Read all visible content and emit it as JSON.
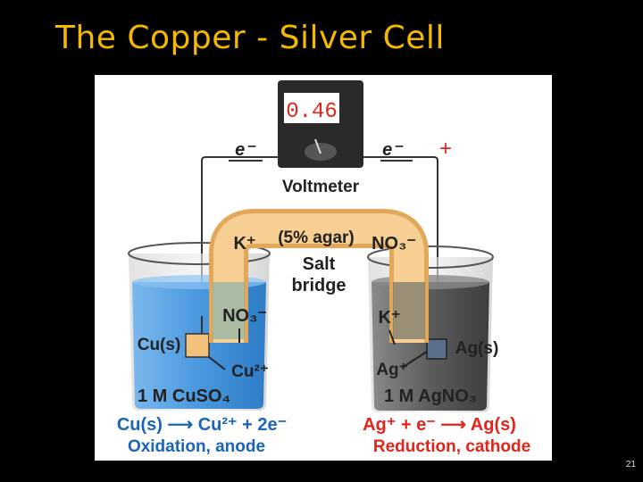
{
  "slide": {
    "title": "The Copper - Silver Cell",
    "number": "21"
  },
  "voltmeter": {
    "reading": "0.46",
    "label": "Voltmeter"
  },
  "electrons": {
    "left": "e⁻",
    "right": "e⁻",
    "plus": "+"
  },
  "salt_bridge": {
    "top_left": "K⁺",
    "top_mid": "(5% agar)",
    "top_right": "NO₃⁻",
    "label_line1": "Salt",
    "label_line2": "bridge",
    "left_ion": "NO₃⁻",
    "right_ion": "K⁺"
  },
  "left_beaker": {
    "electrode": "Cu(s)",
    "ion": "Cu²⁺",
    "solution": "1 M CuSO₄",
    "equation": "Cu(s) ⟶ Cu²⁺ + 2e⁻",
    "process": "Oxidation, anode"
  },
  "right_beaker": {
    "electrode": "Ag(s)",
    "ion": "Ag⁺",
    "solution": "1 M AgNO₃",
    "equation": "Ag⁺ + e⁻ ⟶ Ag(s)",
    "process": "Reduction, cathode"
  },
  "colors": {
    "title": "#f5b800",
    "copper_solution": "#5aa7e6",
    "silver_solution": "#555555",
    "salt_bridge": "#f3c27a",
    "reading": "#e2241b",
    "oxidation": "#1b64b8",
    "reduction": "#e2241b"
  }
}
